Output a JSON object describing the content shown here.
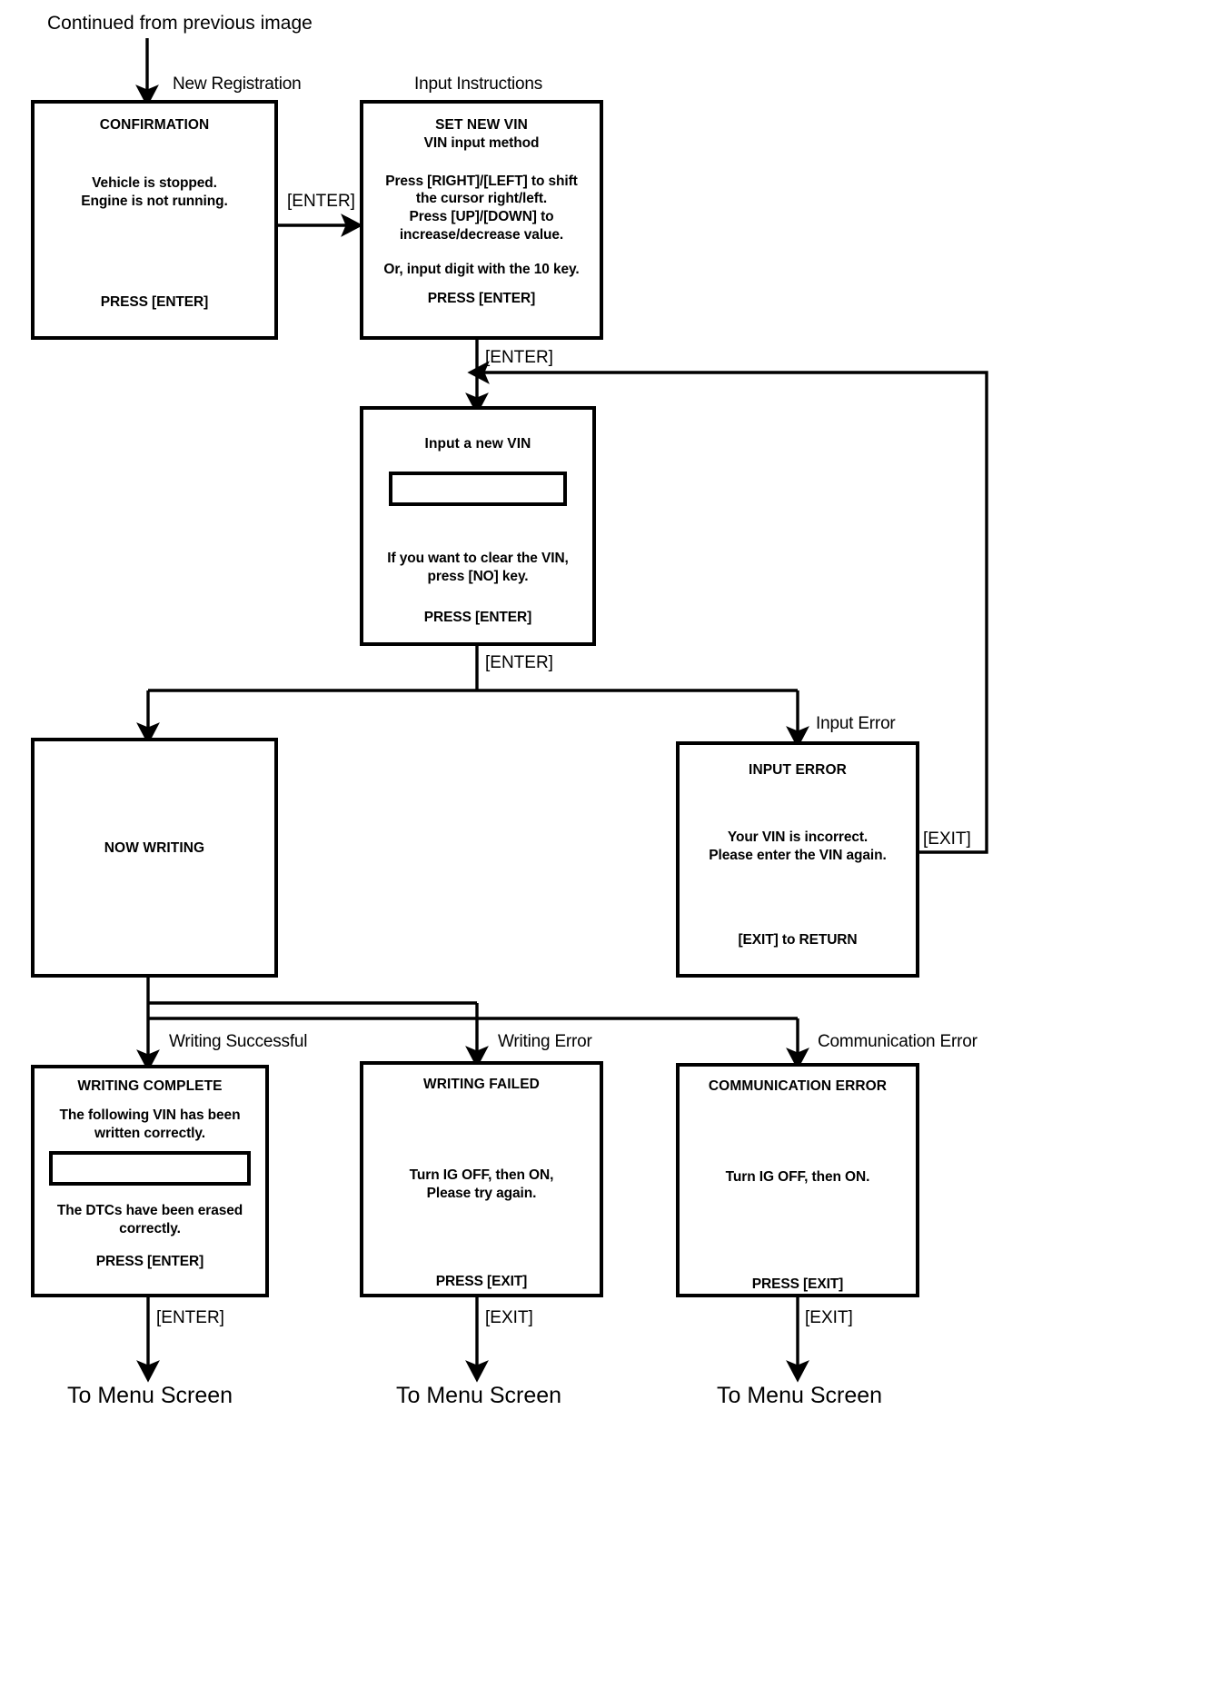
{
  "diagram": {
    "title_caption": "Continued from previous image",
    "type": "flowchart",
    "terminal_labels": [
      "To Menu Screen",
      "To Menu Screen",
      "To Menu Screen"
    ],
    "branch_captions": {
      "new_registration": "New Registration",
      "input_instructions": "Input Instructions",
      "input_error": "Input Error",
      "writing_successful": "Writing Successful",
      "writing_error": "Writing Error",
      "communication_error": "Communication Error"
    },
    "edge_labels": {
      "confirm_to_setvin": "[ENTER]",
      "setvin_to_input": "[ENTER]",
      "input_branch": "[ENTER]",
      "error_return": "[EXIT]",
      "complete_exit": "[ENTER]",
      "failed_exit": "[EXIT]",
      "comm_exit": "[EXIT]"
    },
    "nodes": {
      "confirmation": {
        "title": "CONFIRMATION",
        "lines": [
          "Vehicle is stopped.",
          "Engine is not running."
        ],
        "footer": "PRESS [ENTER]"
      },
      "set_new_vin": {
        "title": "SET NEW VIN",
        "subtitle": "VIN input method",
        "lines": [
          "Press [RIGHT]/[LEFT] to shift",
          "the cursor right/left.",
          "Press [UP]/[DOWN] to",
          "increase/decrease value."
        ],
        "extra": "Or, input digit with the 10 key.",
        "footer": "PRESS [ENTER]"
      },
      "input_new_vin": {
        "title": "Input a new VIN",
        "field_value": "",
        "lines": [
          "If you want to clear the VIN,",
          "press [NO] key."
        ],
        "footer": "PRESS [ENTER]"
      },
      "now_writing": {
        "title": "NOW WRITING"
      },
      "input_error": {
        "title": "INPUT ERROR",
        "lines": [
          "Your VIN is incorrect.",
          "Please enter the VIN again."
        ],
        "footer": "[EXIT] to RETURN"
      },
      "writing_complete": {
        "title": "WRITING COMPLETE",
        "lines_top": [
          "The following VIN has been",
          "written correctly."
        ],
        "field_value": "",
        "lines_bottom": [
          "The DTCs have been erased",
          "correctly."
        ],
        "footer": "PRESS [ENTER]"
      },
      "writing_failed": {
        "title": "WRITING FAILED",
        "lines": [
          "Turn IG OFF, then ON,",
          "Please try again."
        ],
        "footer": "PRESS [EXIT]"
      },
      "communication_error": {
        "title": "COMMUNICATION ERROR",
        "lines": [
          "Turn IG OFF, then ON."
        ],
        "footer": "PRESS [EXIT]"
      }
    },
    "colors": {
      "stroke": "#000000",
      "fill": "#ffffff",
      "text": "#000000"
    }
  }
}
